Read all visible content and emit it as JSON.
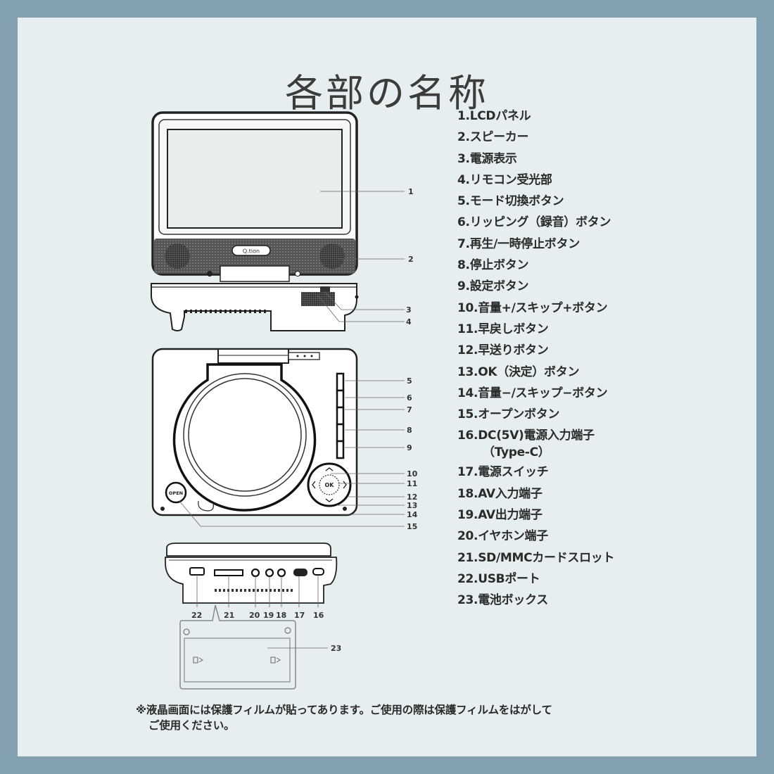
{
  "page": {
    "title": "各部の名称",
    "frame_color": "#82a0af",
    "panel_color": "#e6eef0"
  },
  "parts": [
    {
      "num": "1.",
      "label": "LCDパネル"
    },
    {
      "num": "2.",
      "label": "スピーカー"
    },
    {
      "num": "3.",
      "label": "電源表示"
    },
    {
      "num": "4.",
      "label": "リモコン受光部"
    },
    {
      "num": "5.",
      "label": "モード切換ボタン"
    },
    {
      "num": "6.",
      "label": "リッピング（録音）ボタン"
    },
    {
      "num": "7.",
      "label": "再生/一時停止ボタン"
    },
    {
      "num": "8.",
      "label": "停止ボタン"
    },
    {
      "num": "9.",
      "label": "設定ボタン"
    },
    {
      "num": "10.",
      "label": "音量+/スキップ+ボタン"
    },
    {
      "num": "11.",
      "label": "早戻しボタン"
    },
    {
      "num": "12.",
      "label": "早送りボタン"
    },
    {
      "num": "13.",
      "label": "OK（決定）ボタン"
    },
    {
      "num": "14.",
      "label": "音量−/スキップ−ボタン"
    },
    {
      "num": "15.",
      "label": "オープンボタン"
    },
    {
      "num": "16.",
      "label": "DC(5V)電源入力端子",
      "sub": "（Type-C）"
    },
    {
      "num": "17.",
      "label": "電源スイッチ"
    },
    {
      "num": "18.",
      "label": "AV入力端子"
    },
    {
      "num": "19.",
      "label": "AV出力端子"
    },
    {
      "num": "20.",
      "label": "イヤホン端子"
    },
    {
      "num": "21.",
      "label": "SD/MMCカードスロット"
    },
    {
      "num": "22.",
      "label": "USBポート"
    },
    {
      "num": "23.",
      "label": "電池ボックス"
    }
  ],
  "diagram": {
    "front_view": {
      "callouts": [
        "1",
        "2",
        "3",
        "4"
      ],
      "brand_badge": "Q.tion"
    },
    "top_view": {
      "callouts": [
        "5",
        "6",
        "7",
        "8",
        "9",
        "10",
        "11",
        "12",
        "13",
        "14",
        "15"
      ],
      "ok_label": "OK",
      "open_label": "OPEN"
    },
    "side_view": {
      "callouts": [
        "22",
        "21",
        "20",
        "19",
        "18",
        "17",
        "16"
      ]
    },
    "battery_view": {
      "callouts": [
        "23"
      ]
    }
  },
  "note": {
    "line1": "※液晶画面には保護フィルムが貼ってあります。ご使用の際は保護フィルムをはがして",
    "line2": "ご使用ください。"
  }
}
